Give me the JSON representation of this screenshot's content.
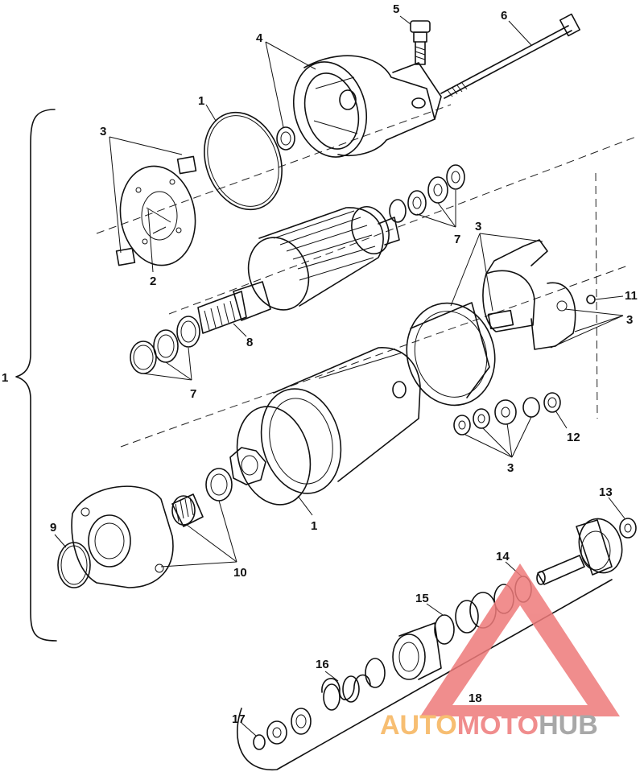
{
  "callouts": [
    {
      "id": "c5",
      "text": "5"
    },
    {
      "id": "c6",
      "text": "6"
    },
    {
      "id": "c4",
      "text": "4"
    },
    {
      "id": "c1a",
      "text": "1"
    },
    {
      "id": "c3a",
      "text": "3"
    },
    {
      "id": "c2",
      "text": "2"
    },
    {
      "id": "c7a",
      "text": "7"
    },
    {
      "id": "c3b",
      "text": "3"
    },
    {
      "id": "c11",
      "text": "11"
    },
    {
      "id": "c3c",
      "text": "3"
    },
    {
      "id": "c8",
      "text": "8"
    },
    {
      "id": "c7b",
      "text": "7"
    },
    {
      "id": "c1left",
      "text": "1"
    },
    {
      "id": "c12",
      "text": "12"
    },
    {
      "id": "c3d",
      "text": "3"
    },
    {
      "id": "c1b",
      "text": "1"
    },
    {
      "id": "c9",
      "text": "9"
    },
    {
      "id": "c10",
      "text": "10"
    },
    {
      "id": "c13",
      "text": "13"
    },
    {
      "id": "c14",
      "text": "14"
    },
    {
      "id": "c15",
      "text": "15"
    },
    {
      "id": "c16",
      "text": "16"
    },
    {
      "id": "c18",
      "text": "18"
    },
    {
      "id": "c17",
      "text": "17"
    }
  ],
  "watermark": {
    "part1": "AUTO",
    "part2": "MOTO",
    "part3": "HUB",
    "color_orange": "#f6b35a",
    "color_red": "#ee7a7a",
    "color_gray": "#9a9a9a"
  }
}
